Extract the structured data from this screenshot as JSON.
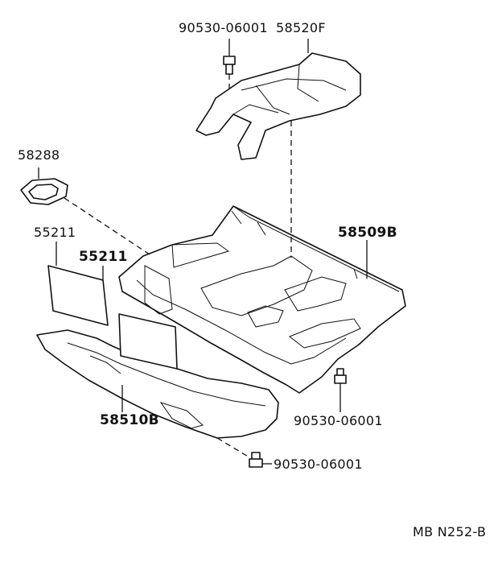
{
  "labels": {
    "bolt_top": "90530-06001",
    "part_58520f": "58520F",
    "part_58288": "58288",
    "part_55211_a": "55211",
    "part_55211_b": "55211",
    "part_58509b": "58509B",
    "bolt_right": "90530-06001",
    "part_58510b": "58510B",
    "bolt_bottom": "90530-06001",
    "diagram_code": "MB N252-B"
  },
  "colors": {
    "ink": "#111111",
    "paper": "#ffffff"
  }
}
